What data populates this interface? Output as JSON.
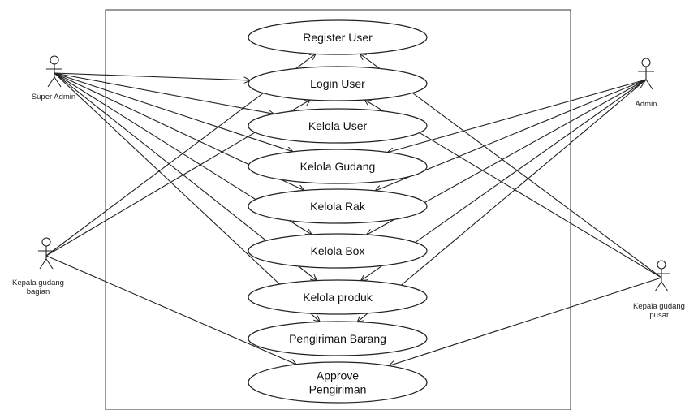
{
  "diagram": {
    "type": "use-case",
    "actors": [
      {
        "id": "super_admin",
        "lines": [
          "Super Admin"
        ]
      },
      {
        "id": "admin",
        "lines": [
          "Admin"
        ]
      },
      {
        "id": "kepala_bagian",
        "lines": [
          "Kepala gudang",
          "bagian"
        ]
      },
      {
        "id": "kepala_pusat",
        "lines": [
          "Kepala gudang",
          "pusat"
        ]
      }
    ],
    "use_cases": [
      {
        "id": "register_user",
        "lines": [
          "Register User"
        ]
      },
      {
        "id": "login_user",
        "lines": [
          "Login User"
        ]
      },
      {
        "id": "kelola_user",
        "lines": [
          "Kelola User"
        ]
      },
      {
        "id": "kelola_gudang",
        "lines": [
          "Kelola Gudang"
        ]
      },
      {
        "id": "kelola_rak",
        "lines": [
          "Kelola Rak"
        ]
      },
      {
        "id": "kelola_box",
        "lines": [
          "Kelola Box"
        ]
      },
      {
        "id": "kelola_produk",
        "lines": [
          "Kelola produk"
        ]
      },
      {
        "id": "pengiriman_barang",
        "lines": [
          "Pengiriman Barang"
        ]
      },
      {
        "id": "approve_pengiriman",
        "lines": [
          "Approve",
          "Pengiriman"
        ]
      }
    ],
    "associations": [
      {
        "from": "super_admin",
        "to": "login_user"
      },
      {
        "from": "super_admin",
        "to": "kelola_user"
      },
      {
        "from": "super_admin",
        "to": "kelola_gudang"
      },
      {
        "from": "super_admin",
        "to": "kelola_rak"
      },
      {
        "from": "super_admin",
        "to": "kelola_box"
      },
      {
        "from": "super_admin",
        "to": "kelola_produk"
      },
      {
        "from": "super_admin",
        "to": "pengiriman_barang"
      },
      {
        "from": "kepala_bagian",
        "to": "register_user"
      },
      {
        "from": "kepala_bagian",
        "to": "login_user"
      },
      {
        "from": "kepala_bagian",
        "to": "approve_pengiriman"
      },
      {
        "from": "admin",
        "to": "kelola_gudang"
      },
      {
        "from": "admin",
        "to": "kelola_rak"
      },
      {
        "from": "admin",
        "to": "kelola_box"
      },
      {
        "from": "admin",
        "to": "kelola_produk"
      },
      {
        "from": "admin",
        "to": "pengiriman_barang"
      },
      {
        "from": "kepala_pusat",
        "to": "register_user"
      },
      {
        "from": "kepala_pusat",
        "to": "login_user"
      },
      {
        "from": "kepala_pusat",
        "to": "approve_pengiriman"
      }
    ]
  }
}
